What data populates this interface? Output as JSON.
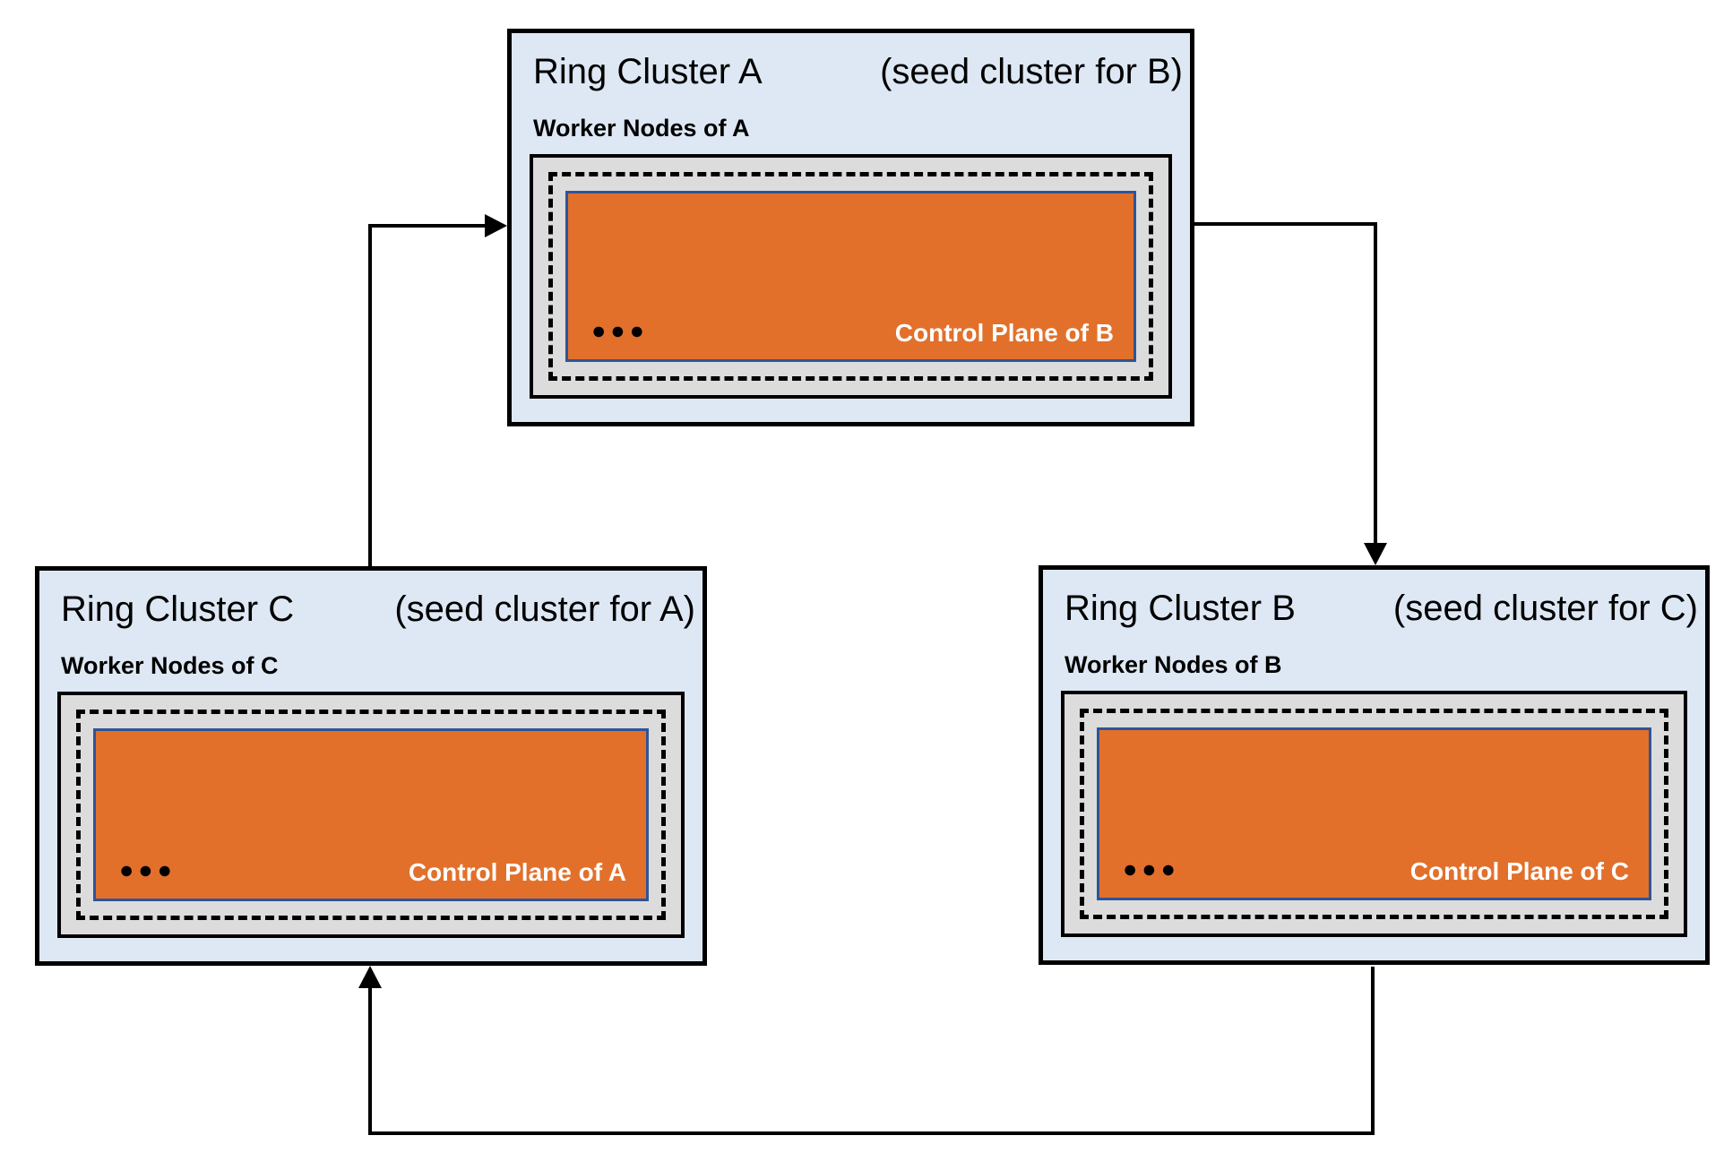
{
  "diagram": {
    "description": "Three ring clusters where each cluster is the seed cluster hosting the control plane of the next (A seeds B, B seeds C, C seeds A)",
    "clusters": [
      {
        "id": "A",
        "title": "Ring Cluster A",
        "seed_note": "(seed cluster for B)",
        "worker_label": "Worker Nodes of A",
        "dots": "●●●",
        "control_plane_label": "Control Plane of B"
      },
      {
        "id": "C",
        "title": "Ring Cluster C",
        "seed_note": "(seed cluster for A)",
        "worker_label": "Worker Nodes of C",
        "dots": "●●●",
        "control_plane_label": "Control Plane of A"
      },
      {
        "id": "B",
        "title": "Ring Cluster B",
        "seed_note": "(seed cluster for C)",
        "worker_label": "Worker Nodes of B",
        "dots": "●●●",
        "control_plane_label": "Control Plane of C"
      }
    ],
    "arrows": [
      {
        "from": "C",
        "to": "A"
      },
      {
        "from": "A",
        "to": "B"
      },
      {
        "from": "B",
        "to": "C"
      }
    ],
    "colors": {
      "cluster_bg": "#dee8f4",
      "worker_box_bg": "#dcdcdc",
      "control_plane_bg": "#e2702b",
      "control_plane_border": "#2f5496",
      "line": "#000000",
      "control_plane_text": "#ffffff"
    }
  }
}
